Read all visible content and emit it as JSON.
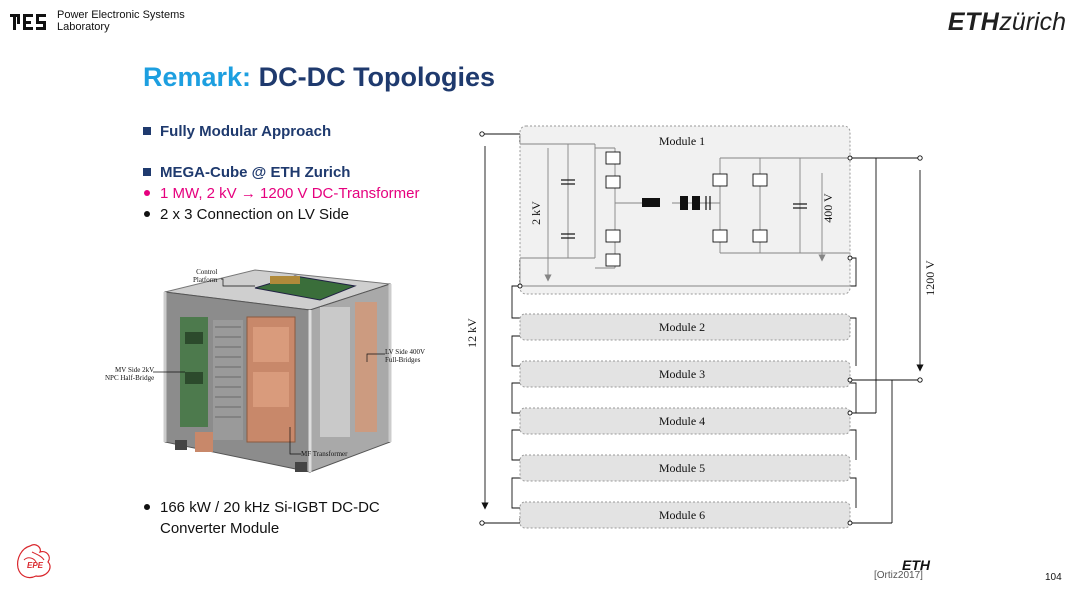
{
  "header": {
    "org_line1": "Power Electronic Systems",
    "org_line2": "Laboratory",
    "eth_bold": "ETH",
    "eth_rest": "zürich"
  },
  "title": {
    "part1": "Remark:",
    "part2": "DC-DC Topologies"
  },
  "bullets": [
    {
      "text": "Fully Modular Approach",
      "style": "navy-square"
    },
    {
      "text": "MEGA-Cube @ ETH Zurich",
      "style": "navy-square"
    },
    {
      "text": "1 MW, 2 kV → 1200 V DC-Transformer",
      "style": "pink-dot"
    },
    {
      "text": "2 x 3 Connection on LV Side",
      "style": "black-dot"
    }
  ],
  "bottom_bullet": {
    "line1": "166 kW / 20 kHz  Si-IGBT DC-DC",
    "line2": "Converter Module"
  },
  "photo_captions": {
    "control_line1": "Control",
    "control_line2": "Platform",
    "mv_line1": "MV Side 2kV",
    "mv_line2": "NPC Half-Bridge",
    "lv_line1": "LV Side 400V",
    "lv_line2": "Full-Bridges",
    "mf": "MF Transformer"
  },
  "diagram": {
    "modules": [
      "Module 1",
      "Module 2",
      "Module 3",
      "Module 4",
      "Module 5",
      "Module 6"
    ],
    "voltage_12kv": "12 kV",
    "voltage_2kv": "2 kV",
    "voltage_400v": "400 V",
    "voltage_1200v": "1200 V"
  },
  "footer": {
    "eth": "ETH",
    "citation": "[Ortiz2017]",
    "page": "104",
    "epe_text": "EPE"
  },
  "colors": {
    "title_light": "#1d9fe0",
    "title_dark": "#1f3a6e",
    "accent_pink": "#e6007e"
  }
}
